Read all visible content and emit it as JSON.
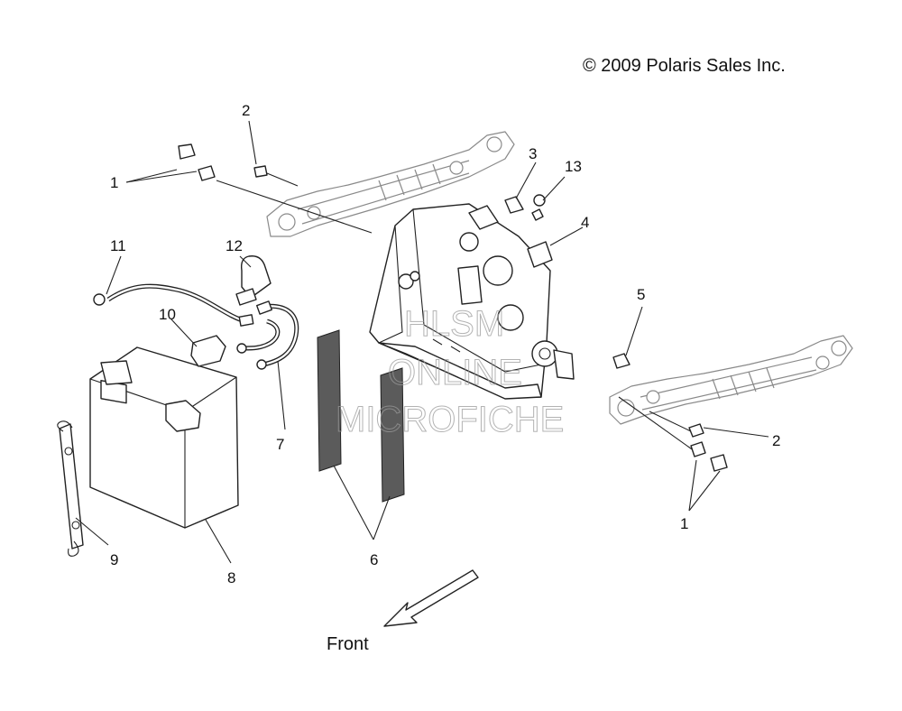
{
  "copyright": "© 2009 Polaris Sales Inc.",
  "direction_label": "Front",
  "watermark": [
    "HLSM",
    "ONLINE",
    "MICROFICHE"
  ],
  "callouts": [
    {
      "id": "c1a",
      "text": "1"
    },
    {
      "id": "c2a",
      "text": "2"
    },
    {
      "id": "c3",
      "text": "3"
    },
    {
      "id": "c13",
      "text": "13"
    },
    {
      "id": "c4",
      "text": "4"
    },
    {
      "id": "c11",
      "text": "11"
    },
    {
      "id": "c12",
      "text": "12"
    },
    {
      "id": "c10",
      "text": "10"
    },
    {
      "id": "c5",
      "text": "5"
    },
    {
      "id": "c2b",
      "text": "2"
    },
    {
      "id": "c1b",
      "text": "1"
    },
    {
      "id": "c7",
      "text": "7"
    },
    {
      "id": "c9",
      "text": "9"
    },
    {
      "id": "c8",
      "text": "8"
    },
    {
      "id": "c6",
      "text": "6"
    }
  ]
}
